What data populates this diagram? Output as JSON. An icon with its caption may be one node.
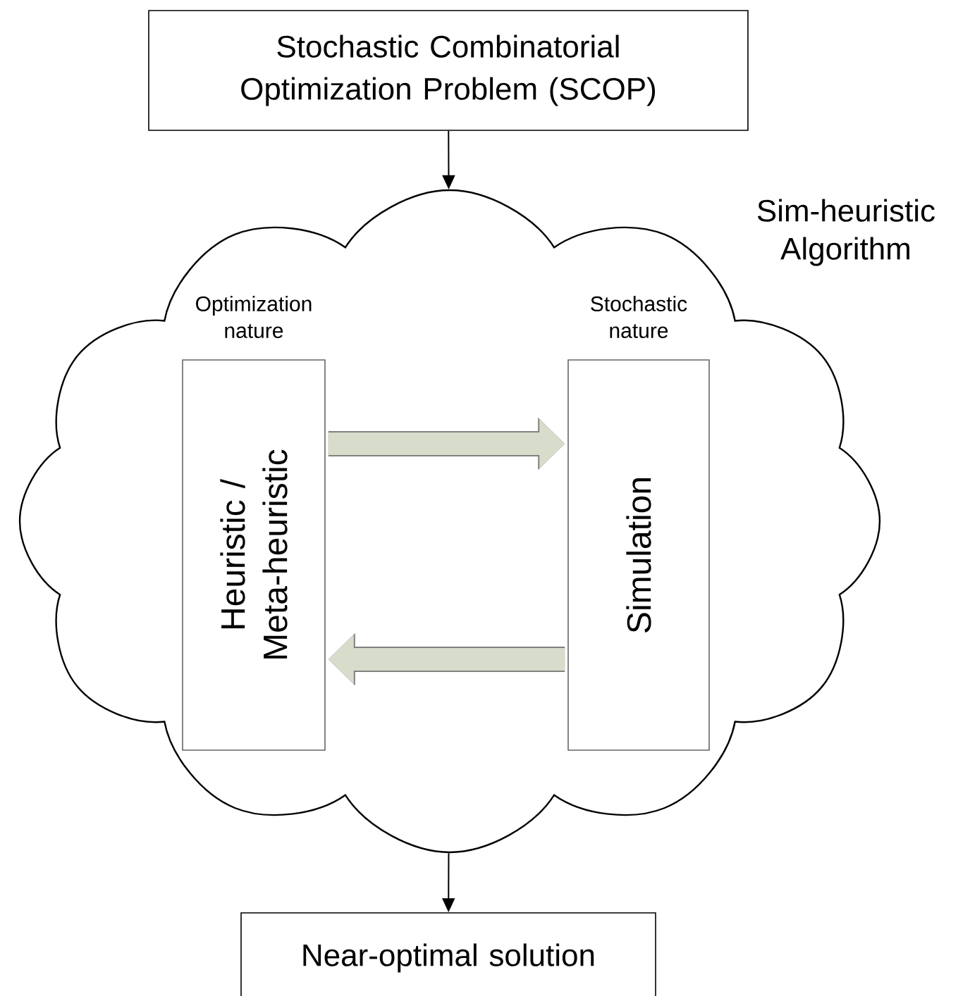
{
  "diagram": {
    "nodes": [
      {
        "text": [
          "Stochastic Combinatorial Optimization Problem (SCOP)"
        ]
      },
      {
        "text": [
          "Sim-heuristic Algorithm"
        ]
      },
      {
        "text": [
          "Heuristic / Meta-heuristic"
        ],
        "beside": [
          "Optimization nature"
        ],
        "in": 1
      },
      {
        "text": [
          "Simulation"
        ],
        "beside": [
          "Stochastic nature"
        ],
        "in": 1
      },
      {
        "text": [
          "Near-optimal solution"
        ]
      }
    ],
    "edges": [
      {
        "from": 0,
        "to": 1,
        "arrow": "to"
      },
      {
        "from": 2,
        "to": 3,
        "arrow": "to",
        "style": "thick",
        "color": "#d8dccb"
      },
      {
        "from": 3,
        "to": 2,
        "arrow": "to",
        "style": "thick",
        "color": "#d8dccb"
      },
      {
        "from": 1,
        "to": 4,
        "arrow": "to"
      }
    ]
  }
}
